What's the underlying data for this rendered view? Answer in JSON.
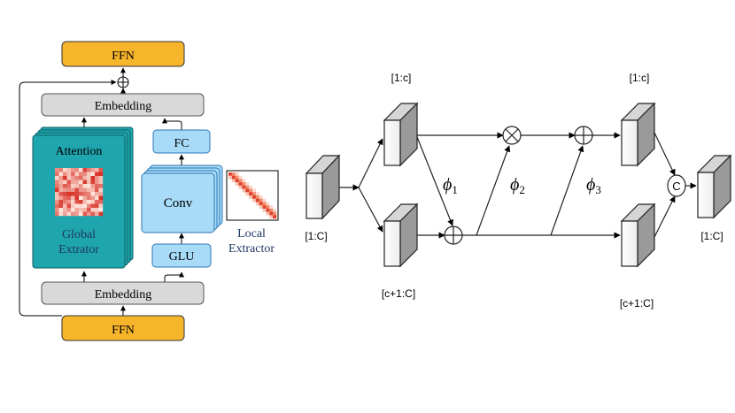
{
  "left": {
    "ffn_top": "FFN",
    "embedding_top": "Embedding",
    "attention": "Attention",
    "global_line1": "Global",
    "global_line2": "Extrator",
    "fc": "FC",
    "conv": "Conv",
    "glu": "GLU",
    "local_line1": "Local",
    "local_line2": "Extractor",
    "embedding_bottom": "Embedding",
    "ffn_bottom": "FFN"
  },
  "right": {
    "input_label": "[1:C]",
    "upper_split_label": "[1:c]",
    "lower_split_label": "[c+1:C]",
    "upper_out_label": "[1:c]",
    "lower_out_label": "[c+1:C]",
    "output_label": "[1:C]",
    "phi1_sym": "ϕ",
    "phi1_sub": "1",
    "phi2_sym": "ϕ",
    "phi2_sub": "2",
    "phi3_sym": "ϕ",
    "phi3_sub": "3",
    "concat": "C"
  },
  "colors": {
    "ffn": "#F7B52C",
    "embedding": "#D9D9D9",
    "teal": "#1FA5AE",
    "light_blue": "#A7DBF7",
    "blue_border": "#2E75B6",
    "local_text": "#1F3864"
  }
}
